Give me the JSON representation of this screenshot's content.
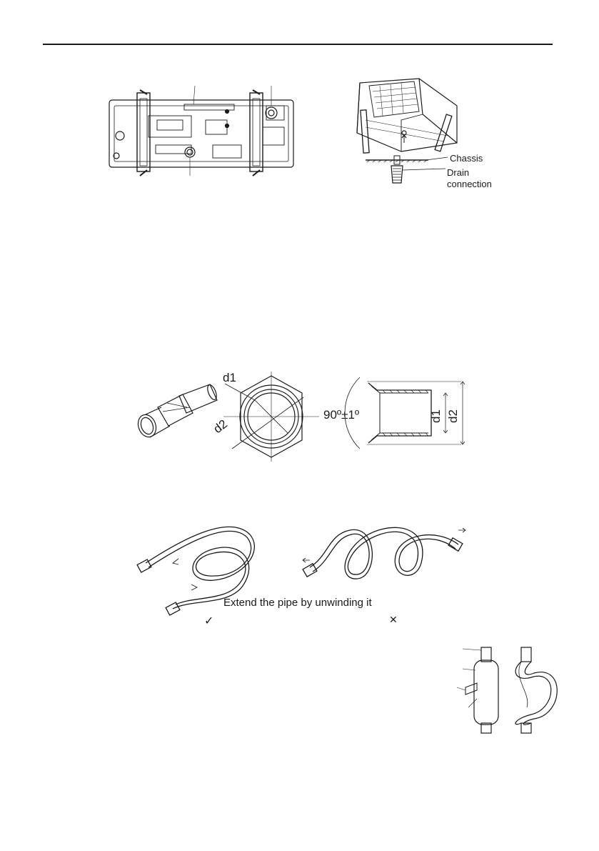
{
  "drain_figure": {
    "chassis_label": "Chassis",
    "drain_label_line1": "Drain",
    "drain_label_line2": "connection"
  },
  "flare_figure": {
    "d1_label": "d1",
    "d2_label": "d2",
    "angle_label": "90º±1º",
    "d1_inner_label": "d1",
    "d2_outer_label": "d2"
  },
  "pipe_figure": {
    "caption": "Extend the pipe by unwinding it",
    "correct_mark": "✓",
    "wrong_mark": "✕"
  }
}
